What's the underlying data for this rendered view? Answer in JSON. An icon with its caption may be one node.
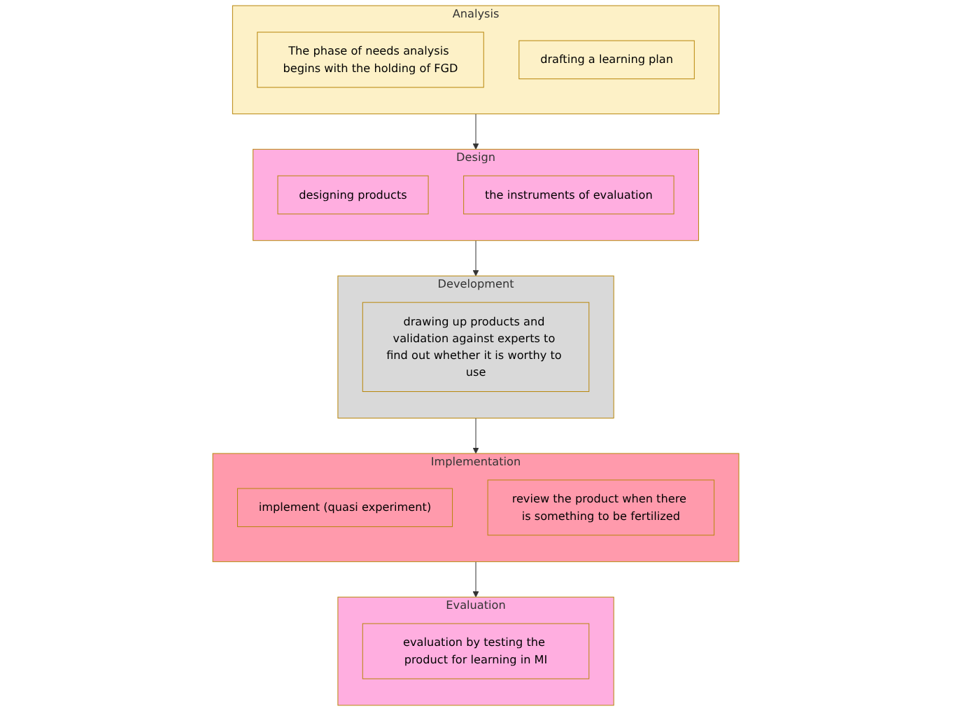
{
  "diagram": {
    "nodes": [
      {
        "text": [
          "Analysis"
        ]
      },
      {
        "text": [
          "The phase of needs analysis begins with the holding of FGD"
        ],
        "in": 0
      },
      {
        "text": [
          "drafting a learning plan"
        ],
        "in": 0
      },
      {
        "text": [
          "Design"
        ]
      },
      {
        "text": [
          "designing products"
        ],
        "in": 3
      },
      {
        "text": [
          "the instruments of evaluation"
        ],
        "in": 3
      },
      {
        "text": [
          "Development"
        ]
      },
      {
        "text": [
          "drawing up products and validation against experts to find out whether it is worthy to use"
        ],
        "in": 6
      },
      {
        "text": [
          "Implementation"
        ]
      },
      {
        "text": [
          "implement (quasi experiment)"
        ],
        "in": 8
      },
      {
        "text": [
          "review the product when there is something to be fertilized"
        ],
        "in": 8
      },
      {
        "text": [
          "Evaluation"
        ]
      },
      {
        "text": [
          "evaluation by testing the product for learning in MI"
        ],
        "in": 11
      }
    ],
    "edges": [
      {
        "from": 0,
        "to": 3,
        "arrow": "to"
      },
      {
        "from": 3,
        "to": 6,
        "arrow": "to"
      },
      {
        "from": 6,
        "to": 8,
        "arrow": "to"
      },
      {
        "from": 8,
        "to": 11,
        "arrow": "to"
      }
    ]
  }
}
